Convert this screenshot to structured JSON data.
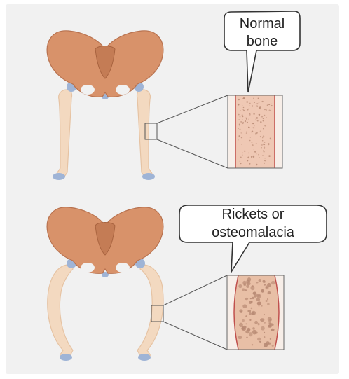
{
  "diagram": {
    "colors": {
      "background": "#f1f1f1",
      "pelvis": "#d8926a",
      "pelvis_shade": "#b8724f",
      "leg_bone": "#f3d9c0",
      "leg_bone_edge": "#e6c3a3",
      "cartilage": "#9fb4d6",
      "cortex": "#f7eee8",
      "marrow_normal": "#efc8b4",
      "marrow_rickets": "#e8bfa6",
      "pore": "#b88a74",
      "red_outline": "#c0504d"
    },
    "callouts": {
      "top": {
        "lines": [
          "Normal",
          "bone"
        ]
      },
      "bottom": {
        "lines": [
          "Rickets or",
          "osteomalacia"
        ]
      }
    }
  }
}
